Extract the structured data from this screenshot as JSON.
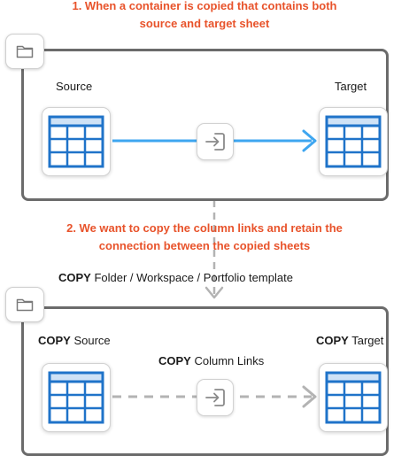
{
  "captions": {
    "step1_line1": "1. When a container is copied that contains both",
    "step1_line2": "source and target sheet",
    "step2_line1": "2. We want to copy the column links and retain the",
    "step2_line2": "connection between the copied sheets"
  },
  "top_panel": {
    "source_label": "Source",
    "target_label": "Target"
  },
  "copy_note": {
    "bold": "COPY",
    "rest": " Folder / Workspace / Portfolio template"
  },
  "bottom_panel": {
    "source_bold": "COPY",
    "source_rest": " Source",
    "target_bold": "COPY",
    "target_rest": " Target",
    "links_bold": "COPY",
    "links_rest": " Column Links"
  },
  "colors": {
    "caption": "#e8532b",
    "arrow_solid": "#3ea6f0",
    "arrow_dashed": "#b3b3b3",
    "sheet_blue": "#1f73c9",
    "sheet_header": "#cfe2f6",
    "border": "#6b6b6b"
  },
  "icons": [
    "folder-icon",
    "spreadsheet-icon",
    "link-enter-icon",
    "arrow-right-icon"
  ]
}
